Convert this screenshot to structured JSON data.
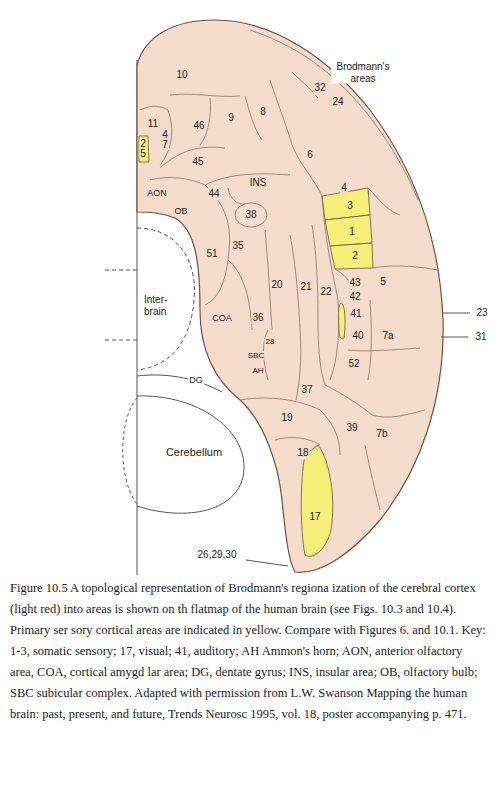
{
  "diagram": {
    "caption": "Figure 10.5 A topological representation of Brodmann's regiona ization of the cerebral cortex (light red) into areas is shown on th flatmap of the human brain (see Figs. 10.3 and 10.4). Primary ser sory cortical areas are indicated in yellow. Compare with Figures 6. and 10.1. Key: 1-3, somatic sensory; 17, visual; 41, auditory; AH Ammon's horn; AON, anterior olfactory area, COA, cortical amygd lar area; DG, dentate gyrus; INS, insular area; OB, olfactory bulb; SBC subicular complex. Adapted with permission from L.W. Swanson Mapping the human brain: past, present, and future, Trends Neurosc 1995, vol. 18, poster accompanying p. 471.",
    "labels": [
      "Brodmann's areas",
      "10",
      "32",
      "24",
      "8",
      "9",
      "46",
      "11",
      "47",
      "25",
      "45",
      "6",
      "INS",
      "4",
      "3",
      "44",
      "AON",
      "OB",
      "38",
      "1",
      "35",
      "2",
      "51",
      "5",
      "Inter- brain",
      "20",
      "21",
      "22",
      "43",
      "42",
      "41",
      "23",
      "COA",
      "36",
      "40",
      "7a",
      "31",
      "DG",
      "28",
      "SBC",
      "AH",
      "52",
      "37",
      "Cerebellum",
      "19",
      "39",
      "7b",
      "18",
      "17",
      "26,29,30"
    ]
  }
}
